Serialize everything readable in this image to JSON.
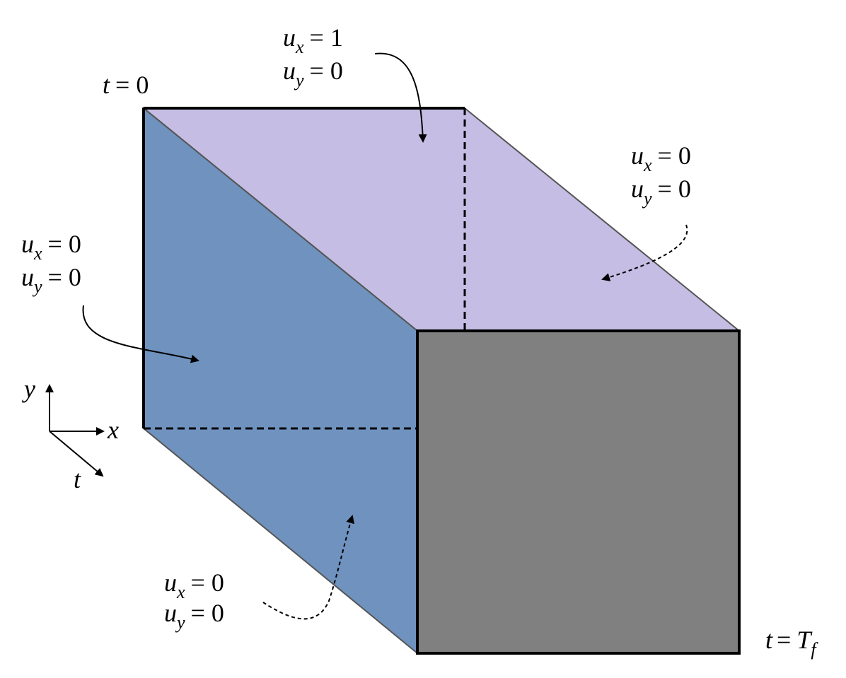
{
  "colors": {
    "top_face": "#c5bde4",
    "left_face": "#6f92bf",
    "front_face": "#808080",
    "edge": "#000000"
  },
  "labels": {
    "t_start": {
      "var": "t",
      "rest": "= 0"
    },
    "t_end": {
      "var": "T",
      "sub": "f",
      "prefix": "t ="
    },
    "top_bc": {
      "line1": {
        "var": "u",
        "sub": "x",
        "rest": "= 1"
      },
      "line2": {
        "var": "u",
        "sub": "y",
        "rest": "= 0"
      }
    },
    "right_bc": {
      "line1": {
        "var": "u",
        "sub": "x",
        "rest": "= 0"
      },
      "line2": {
        "var": "u",
        "sub": "y",
        "rest": "= 0"
      }
    },
    "left_bc": {
      "line1": {
        "var": "u",
        "sub": "x",
        "rest": "= 0"
      },
      "line2": {
        "var": "u",
        "sub": "y",
        "rest": "= 0"
      }
    },
    "bottom_bc": {
      "line1": {
        "var": "u",
        "sub": "x",
        "rest": "= 0"
      },
      "line2": {
        "var": "u",
        "sub": "y",
        "rest": "= 0"
      }
    },
    "axes": {
      "x": "x",
      "y": "y",
      "t": "t"
    }
  }
}
